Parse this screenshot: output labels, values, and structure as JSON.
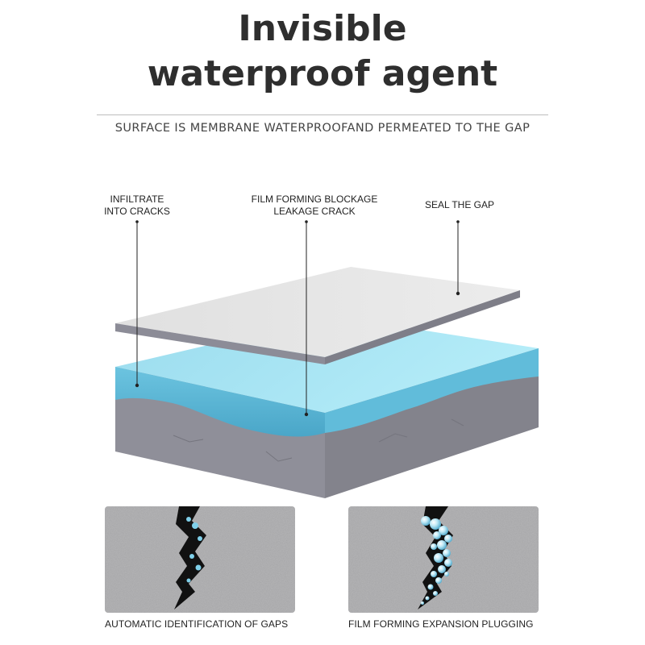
{
  "header": {
    "title_line1": "Invisible",
    "title_line2": "waterproof agent",
    "subtitle": "SURFACE IS MEMBRANE WATERPROOFAND PERMEATED TO THE GAP"
  },
  "callouts": [
    {
      "line1": "INFILTRATE",
      "line2": "INTO CRACKS"
    },
    {
      "line1": "FILM FORMING BLOCKAGE",
      "line2": "LEAKAGE CRACK"
    },
    {
      "line1": "SEAL THE GAP",
      "line2": ""
    }
  ],
  "panels": [
    {
      "caption": "AUTOMATIC IDENTIFICATION OF GAPS"
    },
    {
      "caption": "FILM FORMING EXPANSION PLUGGING"
    }
  ],
  "colors": {
    "membrane_top": "#e4e4e4",
    "membrane_edge": "#8e8e99",
    "water_light": "#a6e3f2",
    "water_mid": "#5ab4d3",
    "concrete": "#8e8e97",
    "concrete_dark": "#7b7b84",
    "crack": "#111111",
    "bubble": "#7fd0ea"
  }
}
